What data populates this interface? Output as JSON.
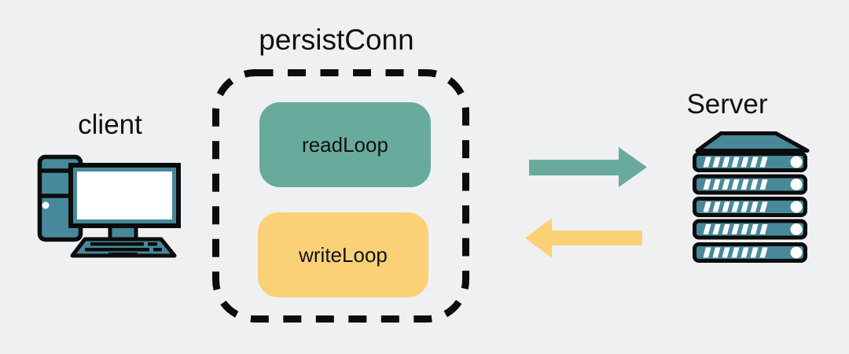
{
  "nodes": {
    "client": {
      "label": "client"
    },
    "persist_conn": {
      "label": "persistConn",
      "read_loop": {
        "label": "readLoop",
        "color": "#68ab9d"
      },
      "write_loop": {
        "label": "writeLoop",
        "color": "#fbd178"
      }
    },
    "server": {
      "label": "Server"
    }
  },
  "arrows": [
    {
      "direction": "right",
      "from": "persistConn",
      "to": "Server",
      "color": "#68ab9d"
    },
    {
      "direction": "left",
      "from": "Server",
      "to": "persistConn",
      "color": "#fbd178"
    }
  ],
  "icons": {
    "client": "desktop-computer-icon",
    "server": "server-rack-icon"
  },
  "colors": {
    "background": "#eff0f2",
    "teal": "#68ab9d",
    "yellow": "#fbd178",
    "icon-teal": "#47899b",
    "outline": "#0c0c0c",
    "text": "#111111",
    "screen": "#ffffff"
  }
}
